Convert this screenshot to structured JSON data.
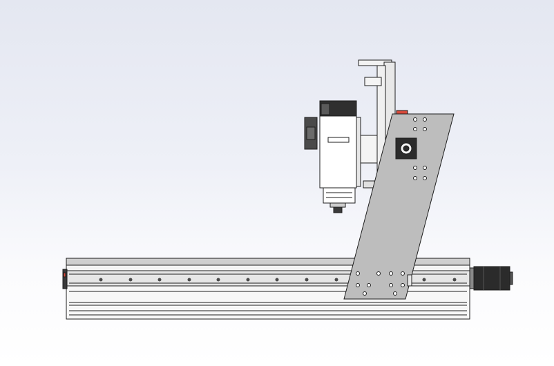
{
  "app": {
    "viewport_background": "gradient",
    "colors": {
      "bg_top": "#e4e7f1",
      "bg_bottom": "#ffffff",
      "outline": "#1e1e1e",
      "aluminum": "#eaeaea",
      "steel": "#c9c9c9",
      "plate": "#bdbdbd",
      "motor_dark": "#2b2b2b",
      "accent_red": "#d94a3a"
    }
  },
  "model": {
    "parts": [
      {
        "name": "y-axis-extrusion"
      },
      {
        "name": "gantry-plate"
      },
      {
        "name": "spindle-motor"
      },
      {
        "name": "z-axis-carriage"
      },
      {
        "name": "stepper-motor"
      }
    ]
  }
}
